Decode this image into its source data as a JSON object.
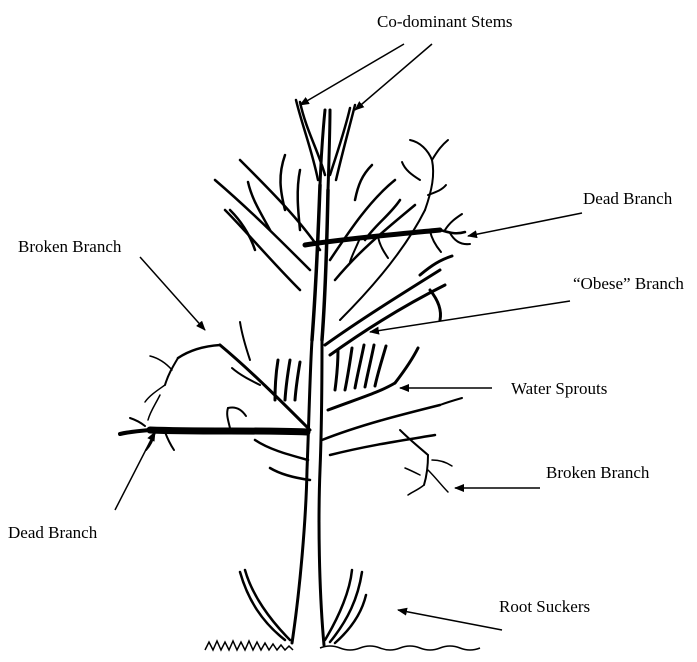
{
  "labels": {
    "codominant_stems": "Co-dominant Stems",
    "dead_branch_right": "Dead Branch",
    "broken_branch_left": "Broken Branch",
    "obese_branch": "“Obese” Branch",
    "water_sprouts": "Water Sprouts",
    "broken_branch_right": "Broken Branch",
    "dead_branch_left": "Dead Branch",
    "root_suckers": "Root Suckers"
  },
  "colors": {
    "ink": "#000000",
    "background": "#ffffff"
  }
}
